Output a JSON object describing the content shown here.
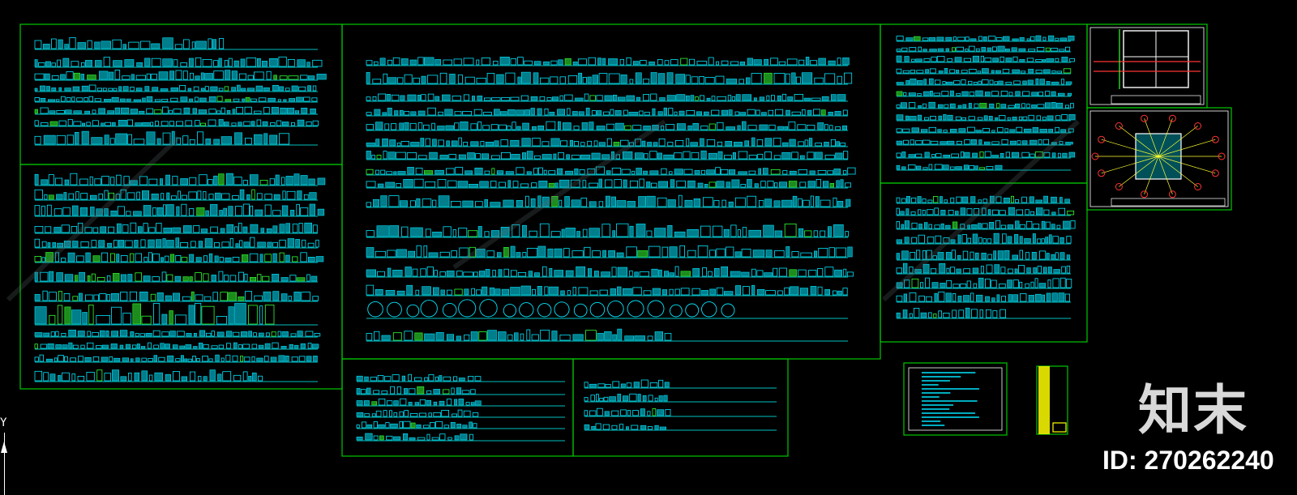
{
  "watermark": {
    "logo_text": "知末",
    "id_text": "ID: 270262240"
  },
  "ucs_icon": {
    "axis_label": "Y"
  },
  "colors": {
    "background": "#000000",
    "frame_border": "#00c800",
    "guide_line": "#00ffff",
    "block_fill": "#00e6ff",
    "block_accent": "#33ff33",
    "text": "#ffffff"
  },
  "sheets": [
    {
      "name": "sheet-top-left"
    },
    {
      "name": "sheet-mid-left"
    },
    {
      "name": "sheet-main-center"
    },
    {
      "name": "sheet-bottom-center-left"
    },
    {
      "name": "sheet-bottom-center-right"
    },
    {
      "name": "sheet-top-right"
    },
    {
      "name": "sheet-right-middle"
    },
    {
      "name": "sheet-floorplan-1"
    },
    {
      "name": "sheet-floorplan-2"
    },
    {
      "name": "sheet-legend-table"
    },
    {
      "name": "sheet-yellow-strip"
    }
  ]
}
